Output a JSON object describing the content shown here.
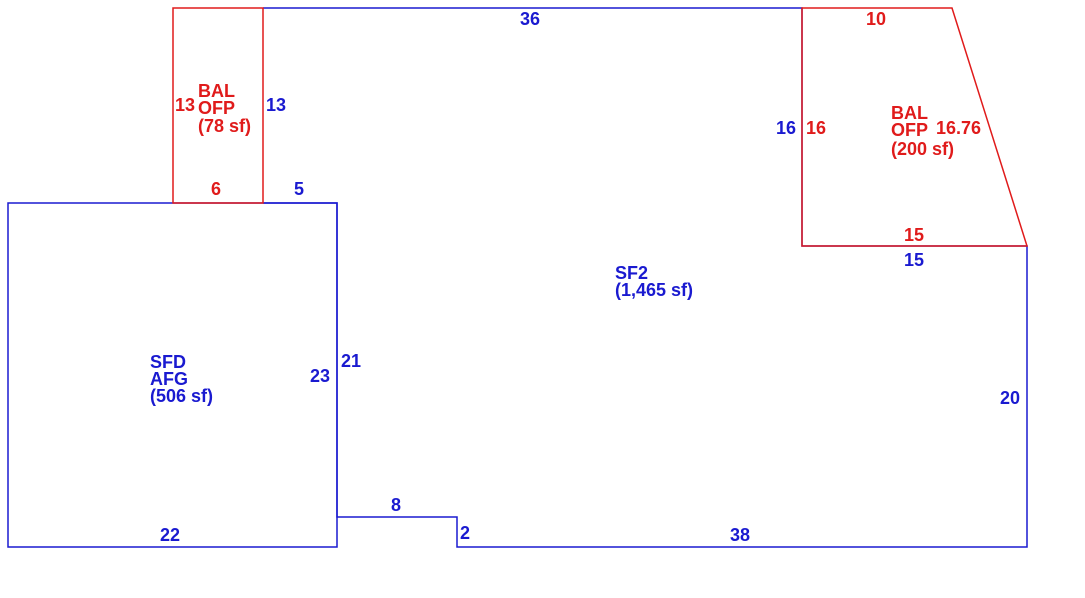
{
  "colors": {
    "living": "#1a1ad0",
    "porch": "#e01b1b"
  },
  "areas": {
    "sfd": {
      "line1": "SFD",
      "line2": "AFG",
      "area": "(506 sf)"
    },
    "sf2": {
      "line1": "SF2",
      "area": "(1,465 sf)"
    },
    "bal_left": {
      "line1": "BAL",
      "line2": "OFP",
      "area": "(78 sf)"
    },
    "bal_right": {
      "line1": "BAL",
      "line2": "OFP",
      "area": "(200 sf)"
    }
  },
  "dimensions": {
    "sfd_bottom": "22",
    "sfd_right": "23",
    "sf2_top": "36",
    "sf2_left_upper": "13",
    "sf2_top_short": "5",
    "sf2_left_lower": "21",
    "sf2_step_horizontal": "8",
    "sf2_step_vertical": "2",
    "sf2_bottom": "38",
    "sf2_right": "20",
    "sf2_notch_bottom": "15",
    "sf2_notch_left": "16",
    "bal_left_side": "13",
    "bal_left_bottom": "6",
    "bal_right_top": "10",
    "bal_right_left": "16",
    "bal_right_diagonal": "16.76",
    "bal_right_bottom": "15"
  }
}
